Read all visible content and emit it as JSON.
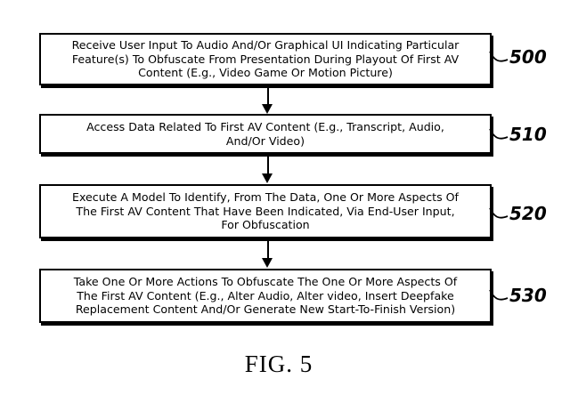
{
  "figure": {
    "caption": "FIG. 5"
  },
  "colors": {
    "ink": "#000000",
    "background": "#ffffff"
  },
  "steps": [
    {
      "ref": "500",
      "text": "Receive User Input To Audio And/Or Graphical UI Indicating Particular\nFeature(s) To Obfuscate From Presentation During Playout Of First AV\nContent (E.g., Video Game Or Motion Picture)"
    },
    {
      "ref": "510",
      "text": "Access Data Related To First AV Content (E.g., Transcript, Audio,\nAnd/Or Video)"
    },
    {
      "ref": "520",
      "text": "Execute A Model To Identify, From The Data, One Or More Aspects Of\nThe First AV Content That Have Been Indicated, Via End-User Input,\nFor Obfuscation"
    },
    {
      "ref": "530",
      "text": "Take One Or More Actions To Obfuscate The One Or More Aspects Of\nThe First AV Content (E.g., Alter Audio, Alter video, Insert Deepfake\nReplacement Content And/Or Generate New Start-To-Finish Version)"
    }
  ]
}
